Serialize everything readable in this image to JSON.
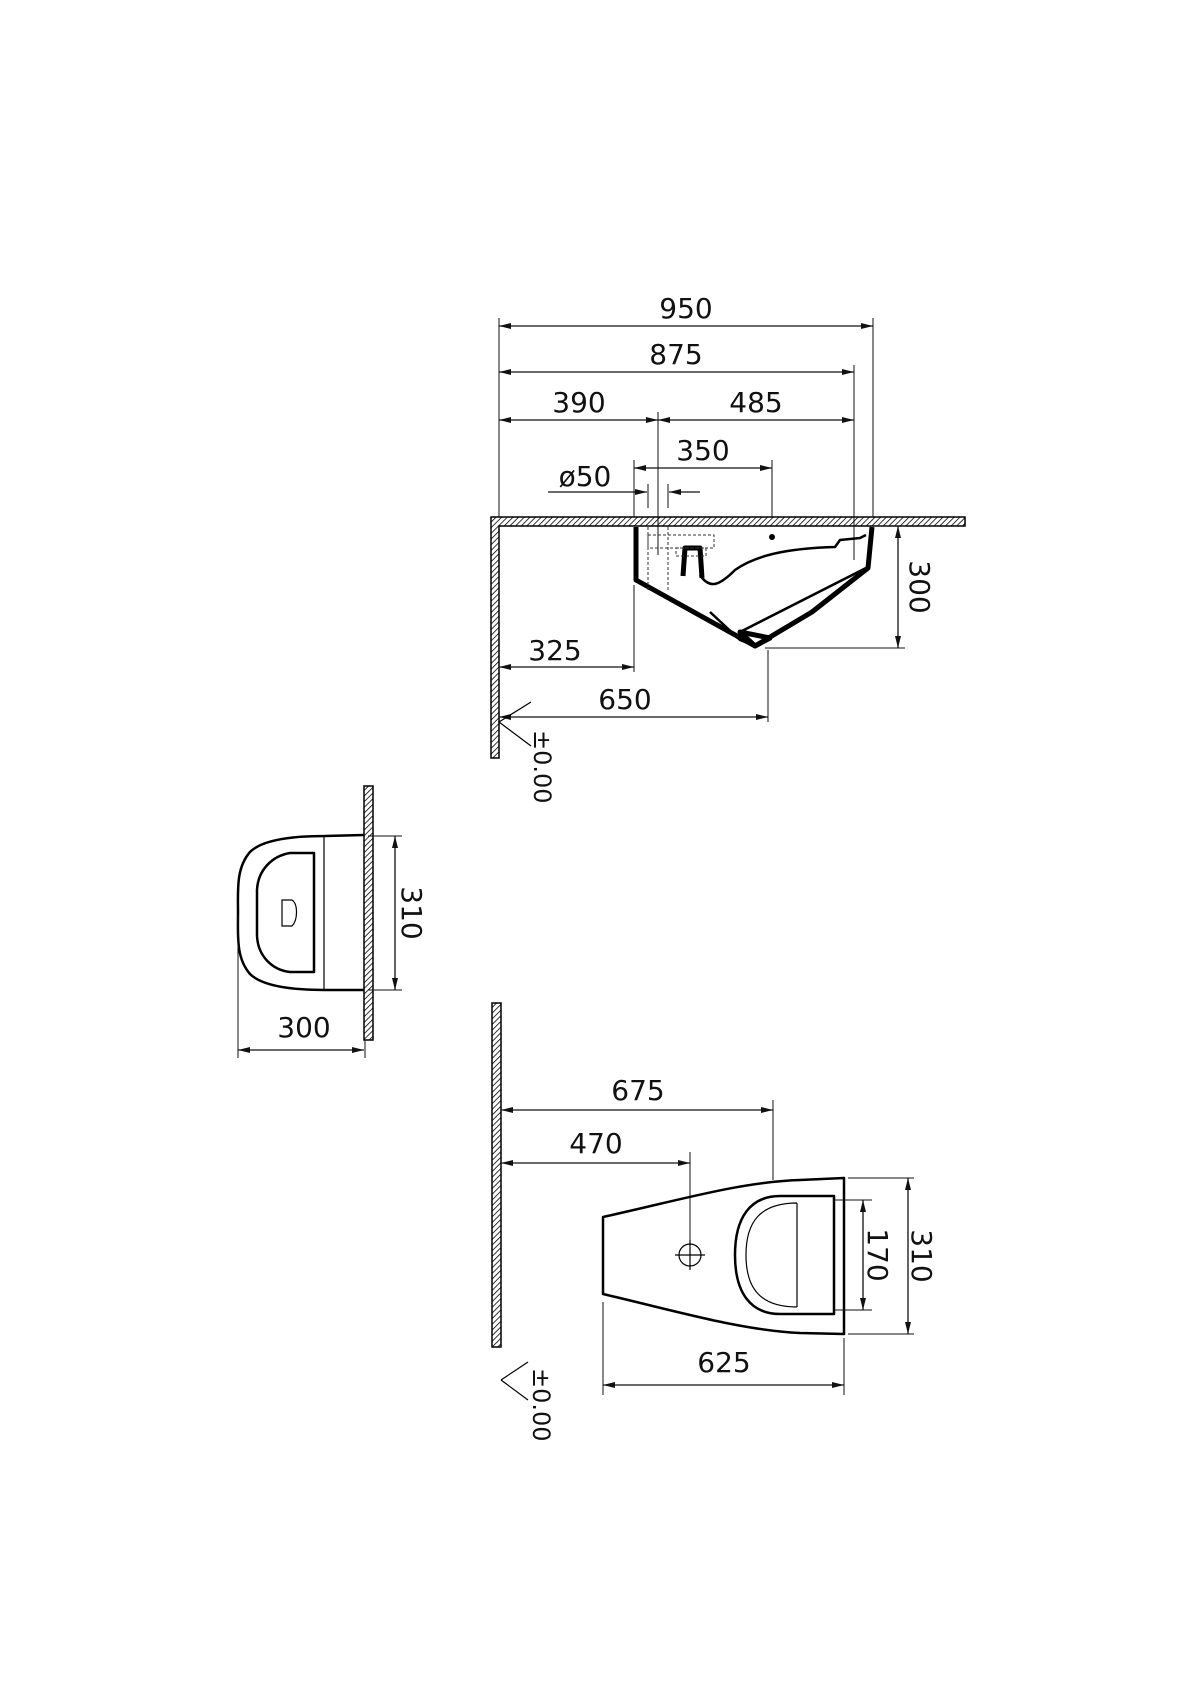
{
  "side_view": {
    "dims": {
      "overall_width": "950",
      "wall_to_rim": "875",
      "wall_to_outlet": "390",
      "outlet_to_rim": "485",
      "outlet_to_inlet": "350",
      "outlet_diameter": "ø50",
      "height": "300",
      "wall_to_front_bottom": "325",
      "wall_to_apex": "650"
    },
    "level_mark": "±0.00"
  },
  "top_view": {
    "dims": {
      "width": "310",
      "depth": "300"
    }
  },
  "plan_view": {
    "dims": {
      "wall_to_back": "675",
      "wall_to_outlet": "470",
      "inner_width": "170",
      "outer_width": "310",
      "length": "625"
    },
    "level_mark": "±0.00"
  }
}
